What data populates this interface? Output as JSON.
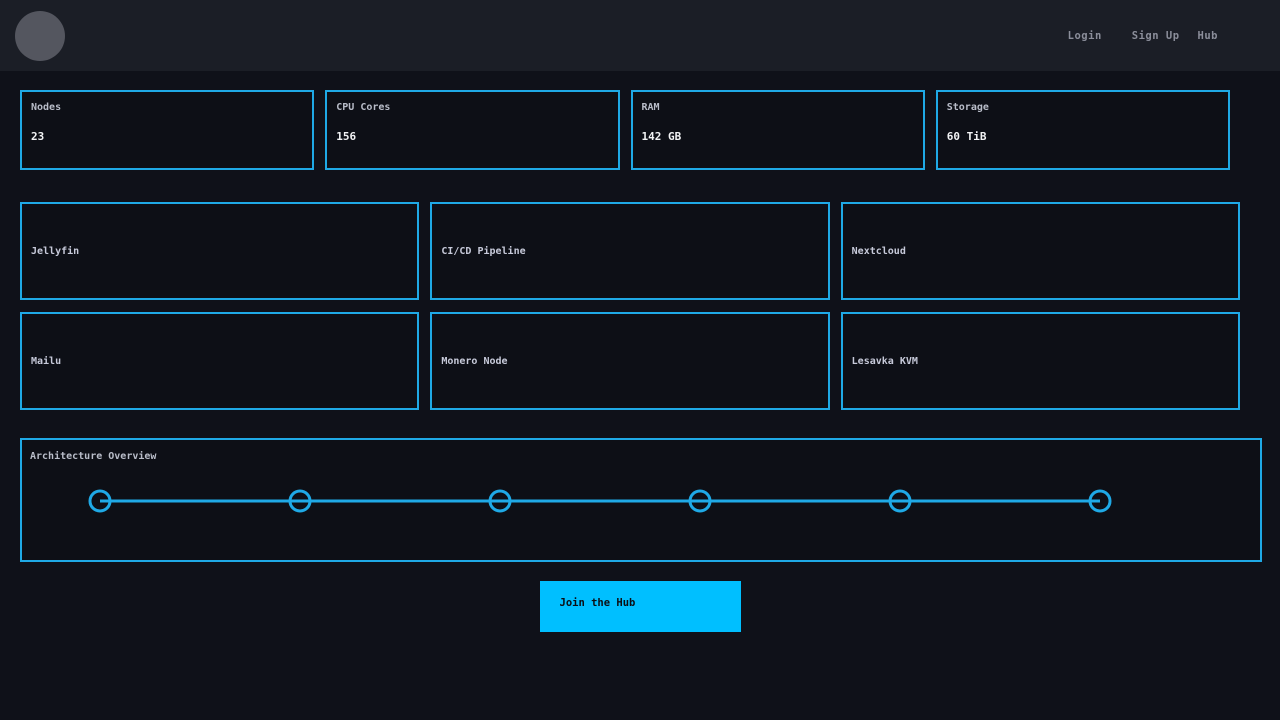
{
  "navbar": {
    "links": [
      {
        "label": "Login"
      },
      {
        "label": "Sign Up"
      },
      {
        "label": "Hub"
      }
    ]
  },
  "stats": [
    {
      "label": "Nodes",
      "value": "23"
    },
    {
      "label": "CPU Cores",
      "value": "156"
    },
    {
      "label": "RAM",
      "value": "142 GB"
    },
    {
      "label": "Storage",
      "value": "60 TiB"
    }
  ],
  "services": [
    {
      "name": "Jellyfin"
    },
    {
      "name": "CI/CD Pipeline"
    },
    {
      "name": "Nextcloud"
    },
    {
      "name": "Mailu"
    },
    {
      "name": "Monero Node"
    },
    {
      "name": "Lesavka KVM"
    }
  ],
  "architecture": {
    "title": "Architecture Overview",
    "node_count": 6
  },
  "cta": {
    "label": "Join the Hub"
  },
  "colors": {
    "accent": "#1fa9e6",
    "button": "#00bfff",
    "page_bg": "#0f1119",
    "navbar_bg": "#1b1e26",
    "card_bg": "#0d0f16"
  }
}
